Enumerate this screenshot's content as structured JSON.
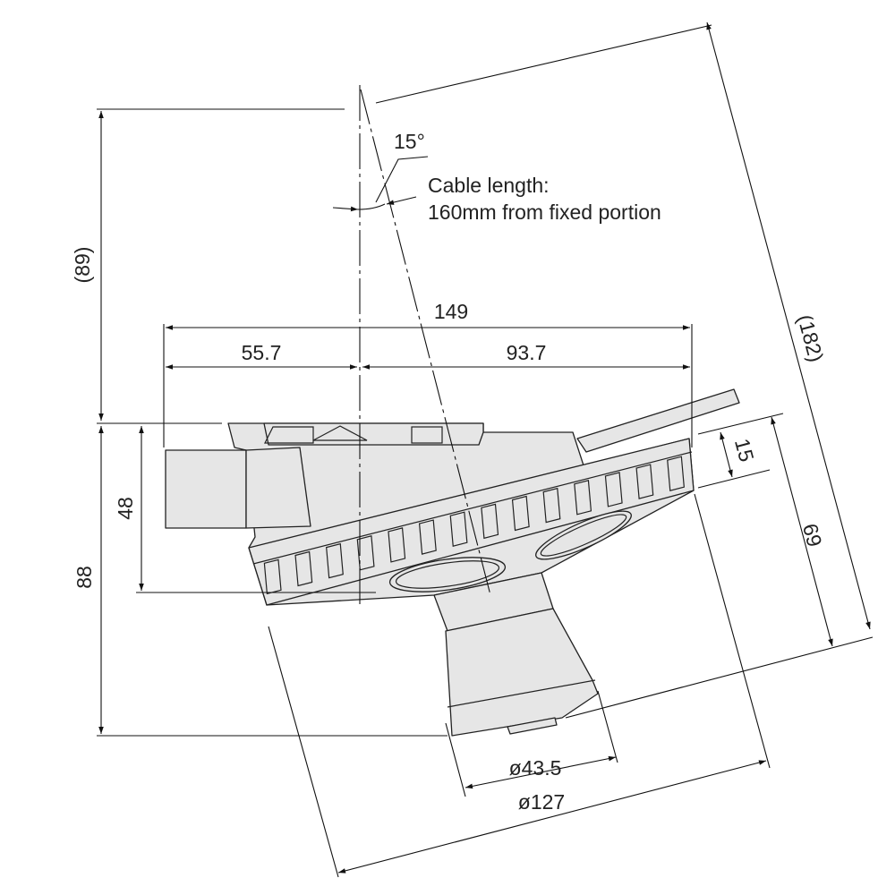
{
  "drawing": {
    "angle_label": "15°",
    "note_line1": "Cable length:",
    "note_line2": "160mm from fixed portion",
    "dimensions": {
      "overall_width": "149",
      "left_offset": "55.7",
      "right_offset": "93.7",
      "top_height": "(89)",
      "total_height": "88",
      "body_height": "48",
      "tilted_length": "(182)",
      "tilted_height": "69",
      "ring_thickness": "15",
      "nozzle_diameter": "ø43.5",
      "ring_diameter": "ø127"
    },
    "colors": {
      "part_fill": "#e6e6e6",
      "line": "#222222"
    }
  }
}
